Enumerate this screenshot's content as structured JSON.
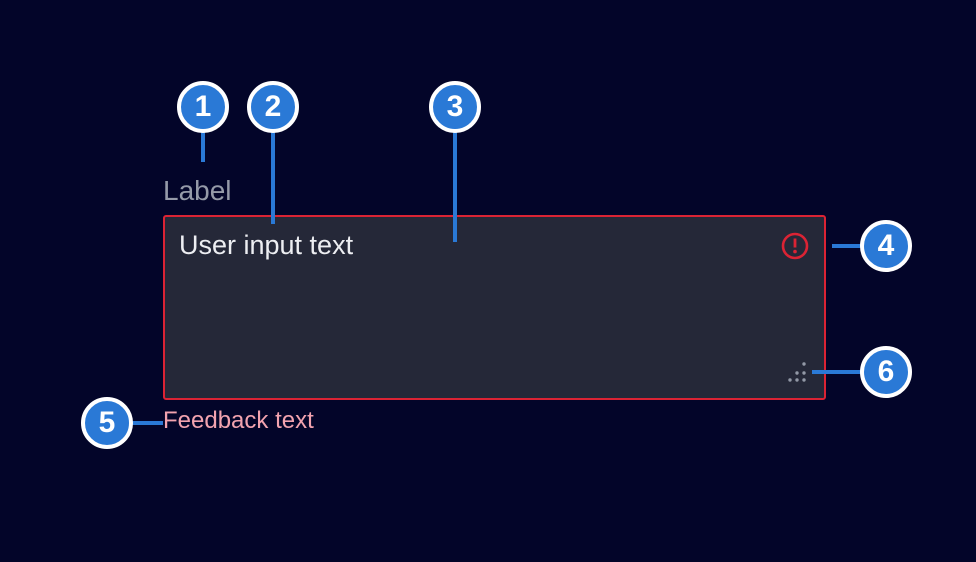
{
  "component": {
    "label": "Label",
    "value": "User input text",
    "feedback": "Feedback text"
  },
  "callouts": [
    {
      "number": "1",
      "points_to": "label"
    },
    {
      "number": "2",
      "points_to": "user-input-text"
    },
    {
      "number": "3",
      "points_to": "text-area"
    },
    {
      "number": "4",
      "points_to": "invalid-icon"
    },
    {
      "number": "5",
      "points_to": "feedback-text"
    },
    {
      "number": "6",
      "points_to": "resize-handle"
    }
  ],
  "icons": {
    "invalid": "exclamation-circle-icon",
    "resize": "resize-grip-icon"
  },
  "colors": {
    "page_background": "#030529",
    "field_background": "#252838",
    "alarm_red": "#DB2334",
    "feedback_text": "#F2A3AF",
    "label_text": "#959AA8",
    "input_text": "#EDEEF2",
    "badge_blue": "#2A79D6",
    "badge_ring": "#FFFFFF",
    "handle_gray": "#9298A6"
  }
}
